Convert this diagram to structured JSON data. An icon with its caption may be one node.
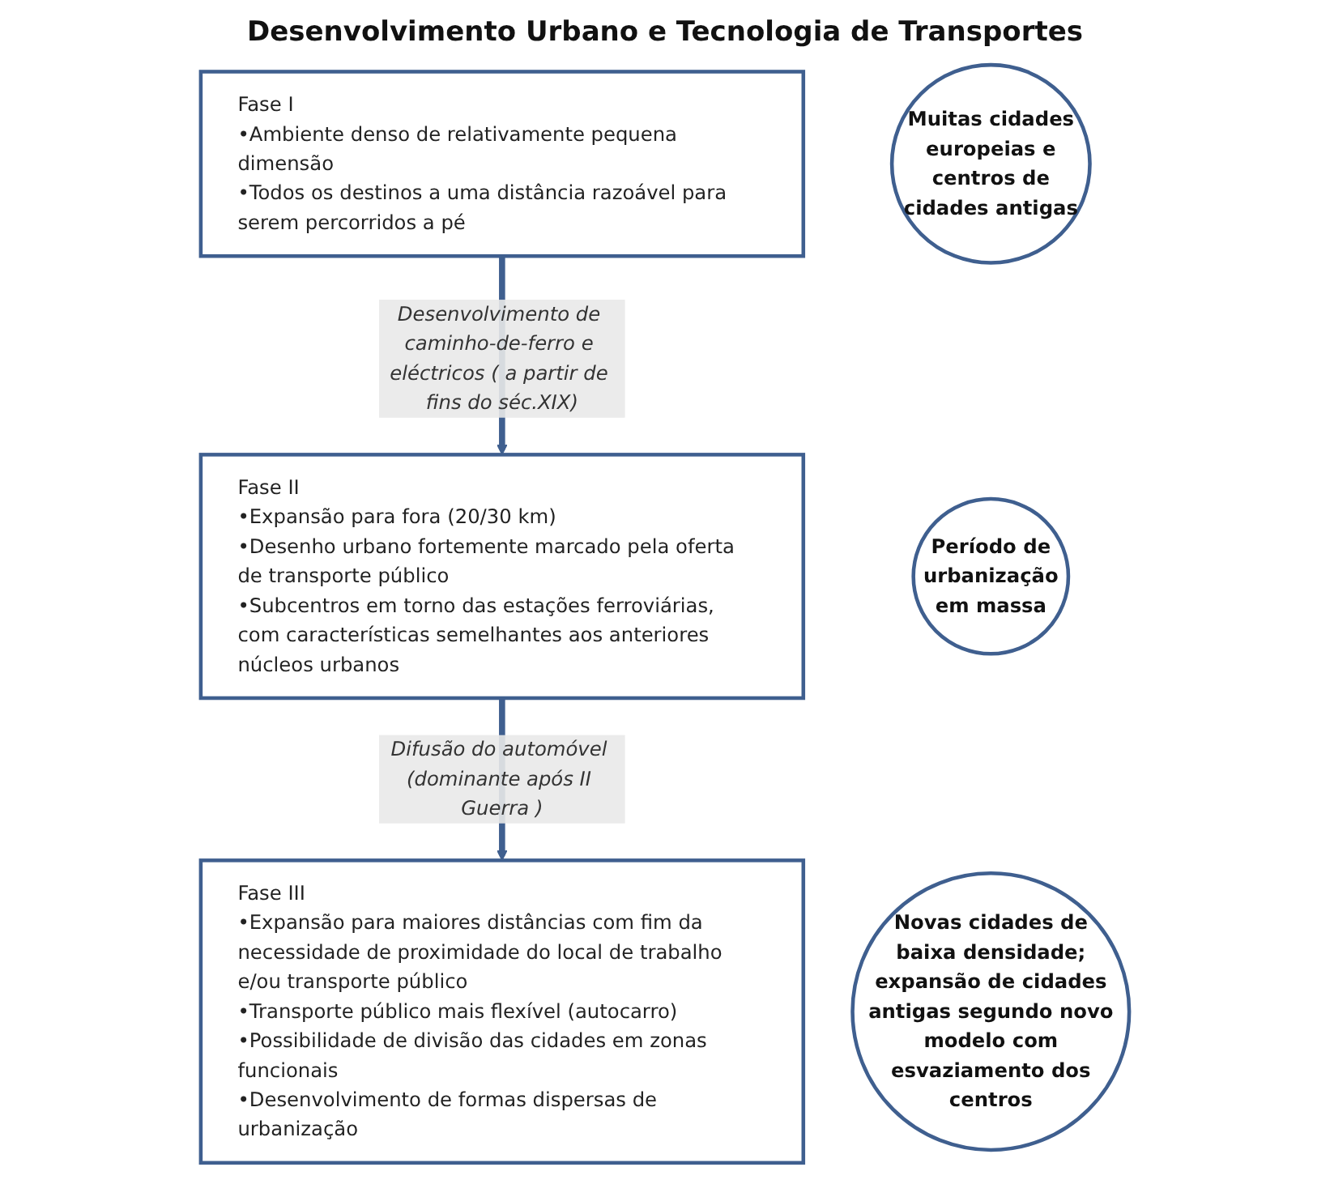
{
  "diagram": {
    "title": "Desenvolvimento Urbano e Tecnologia de Transportes",
    "nodes": [
      {
        "text": [
          "Fase I",
          "•Ambiente denso de relativamente pequena dimensão",
          "•Todos os destinos a uma distância razoável para serem percorridos a pé"
        ]
      },
      {
        "text": [
          "Muitas cidades europeias e centros de cidades antigas"
        ]
      },
      {
        "text": [
          "Fase II",
          "•Expansão para fora (20/30 km)",
          "•Desenho urbano fortemente marcado pela oferta de transporte público",
          "•Subcentros em torno das estações ferroviárias, com características semelhantes aos anteriores núcleos urbanos"
        ]
      },
      {
        "text": [
          "Período de urbanização em massa"
        ]
      },
      {
        "text": [
          "Fase III",
          "•Expansão para maiores distâncias com fim da necessidade de proximidade do local de trabalho e/ou transporte público",
          "•Transporte público mais flexível (autocarro)",
          "•Possibilidade de divisão das cidades em zonas funcionais",
          "•Desenvolvimento de formas dispersas de urbanização"
        ]
      },
      {
        "text": [
          "Novas cidades de baixa densidade; expansão de cidades antigas segundo novo modelo com esvaziamento dos centros"
        ]
      }
    ],
    "edges": [
      {
        "from": 0,
        "to": 2,
        "arrow": "to",
        "label": "Desenvolvimento de caminho-de-ferro e eléctricos ( a partir de fins do séc.XIX)"
      },
      {
        "from": 2,
        "to": 4,
        "arrow": "to",
        "label": "Difusão do automóvel (dominante após II Guerra )"
      }
    ]
  }
}
